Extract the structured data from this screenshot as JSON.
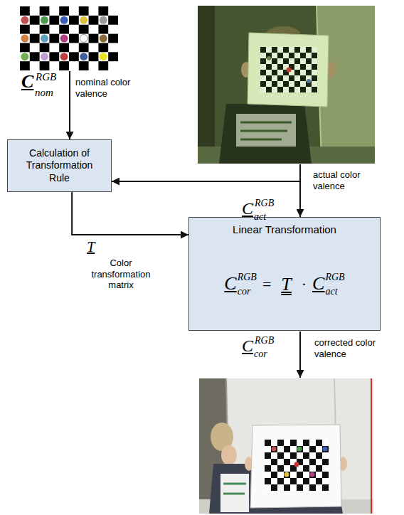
{
  "diagram": {
    "nodes": [
      {
        "text": [
          "Calculation of Transformation Rule"
        ]
      },
      {
        "text": [
          "Linear Transformation",
          "C",
          "RGB",
          "cor",
          "=",
          "T",
          "·",
          "C",
          "RGB",
          "act"
        ]
      }
    ],
    "edges": [
      {
        "from": 0,
        "to": 1,
        "arrow": "to",
        "label": "T"
      }
    ],
    "labels": [
      "C",
      "RGB",
      "nom",
      "nominal color valence",
      "actual color valence",
      "C",
      "RGB",
      "act",
      "Color transformation matrix",
      "C",
      "RGB",
      "cor",
      "corrected color valence"
    ]
  }
}
